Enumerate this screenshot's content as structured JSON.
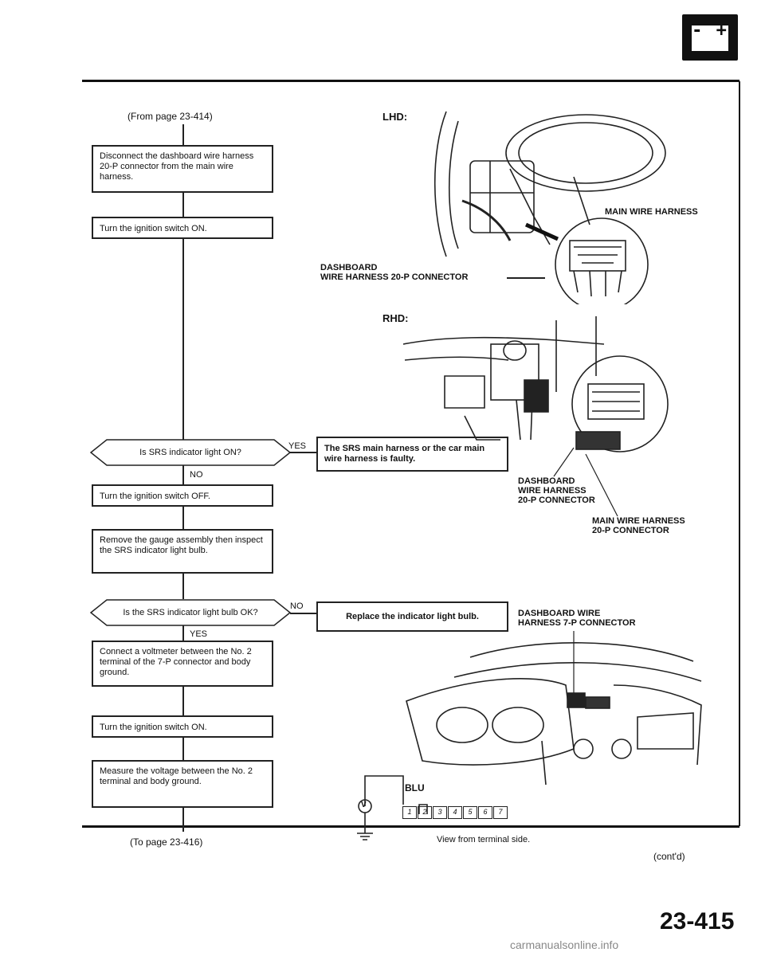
{
  "page": {
    "number": "23-415",
    "watermark": "carmanualsonline.info",
    "battery_icon": "battery-icon",
    "battery_glyph": "- +"
  },
  "flowchart": {
    "from_page": "(From page 23-414)",
    "to_page": "(To page 23-416)",
    "steps": {
      "disconnect": "Disconnect the dashboard wire harness 20-P connector from the main wire harness.",
      "ignition_on_1": "Turn the ignition switch ON.",
      "q_srs_light_on": "Is SRS indicator light ON?",
      "yes_label_1": "YES",
      "faulty": "The SRS main harness or the car main wire harness is faulty.",
      "no_label_1": "NO",
      "ignition_off": "Turn the ignition switch OFF.",
      "remove_gauge": "Remove the gauge assembly then inspect the SRS indicator light bulb.",
      "q_bulb_ok": "Is the SRS indicator light bulb OK?",
      "no_label_2": "NO",
      "replace_bulb": "Replace the indicator light bulb.",
      "yes_label_2": "YES",
      "connect_voltmeter": "Connect a voltmeter between the No. 2 terminal of the 7-P connector and body ground.",
      "ignition_on_2": "Turn the ignition switch ON.",
      "measure_voltage": "Measure the voltage between the No. 2 terminal and body ground."
    }
  },
  "illustrations": {
    "lhd_title": "LHD:",
    "rhd_title": "RHD:",
    "main_wire_harness": "MAIN WIRE HARNESS",
    "dash_20p_line1": "DASHBOARD",
    "dash_20p_line2": "WIRE HARNESS 20-P CONNECTOR",
    "rhd_dash_line1": "DASHBOARD",
    "rhd_dash_line2": "WIRE HARNESS",
    "rhd_dash_line3": "20-P CONNECTOR",
    "rhd_main_line1": "MAIN WIRE HARNESS",
    "rhd_main_line2": "20-P CONNECTOR",
    "dash_7p_line1": "DASHBOARD WIRE",
    "dash_7p_line2": "HARNESS 7-P CONNECTOR",
    "wire_color": "BLU",
    "meter_symbol": "V",
    "terminals": [
      "1",
      "2",
      "3",
      "4",
      "5",
      "6",
      "7"
    ],
    "view_note": "View from terminal side.",
    "contd": "(cont'd)"
  }
}
